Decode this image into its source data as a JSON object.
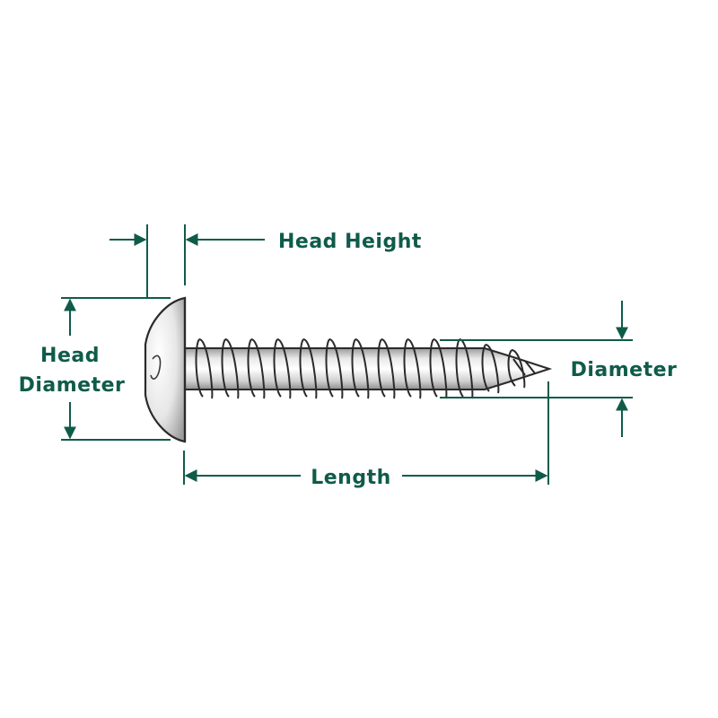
{
  "labels": {
    "head_height": "Head Height",
    "head_diameter_line1": "Head",
    "head_diameter_line2": "Diameter",
    "diameter": "Diameter",
    "length": "Length"
  },
  "colors": {
    "dimension": "#0f5b4a",
    "outline": "#2a2a2a",
    "metal_light": "#f4f4f4",
    "metal_mid": "#c9c9c9",
    "metal_dark": "#8f8f8f",
    "background": "#ffffff"
  },
  "icons": {
    "screw": "screw-icon",
    "arrowhead": "arrowhead-icon"
  }
}
